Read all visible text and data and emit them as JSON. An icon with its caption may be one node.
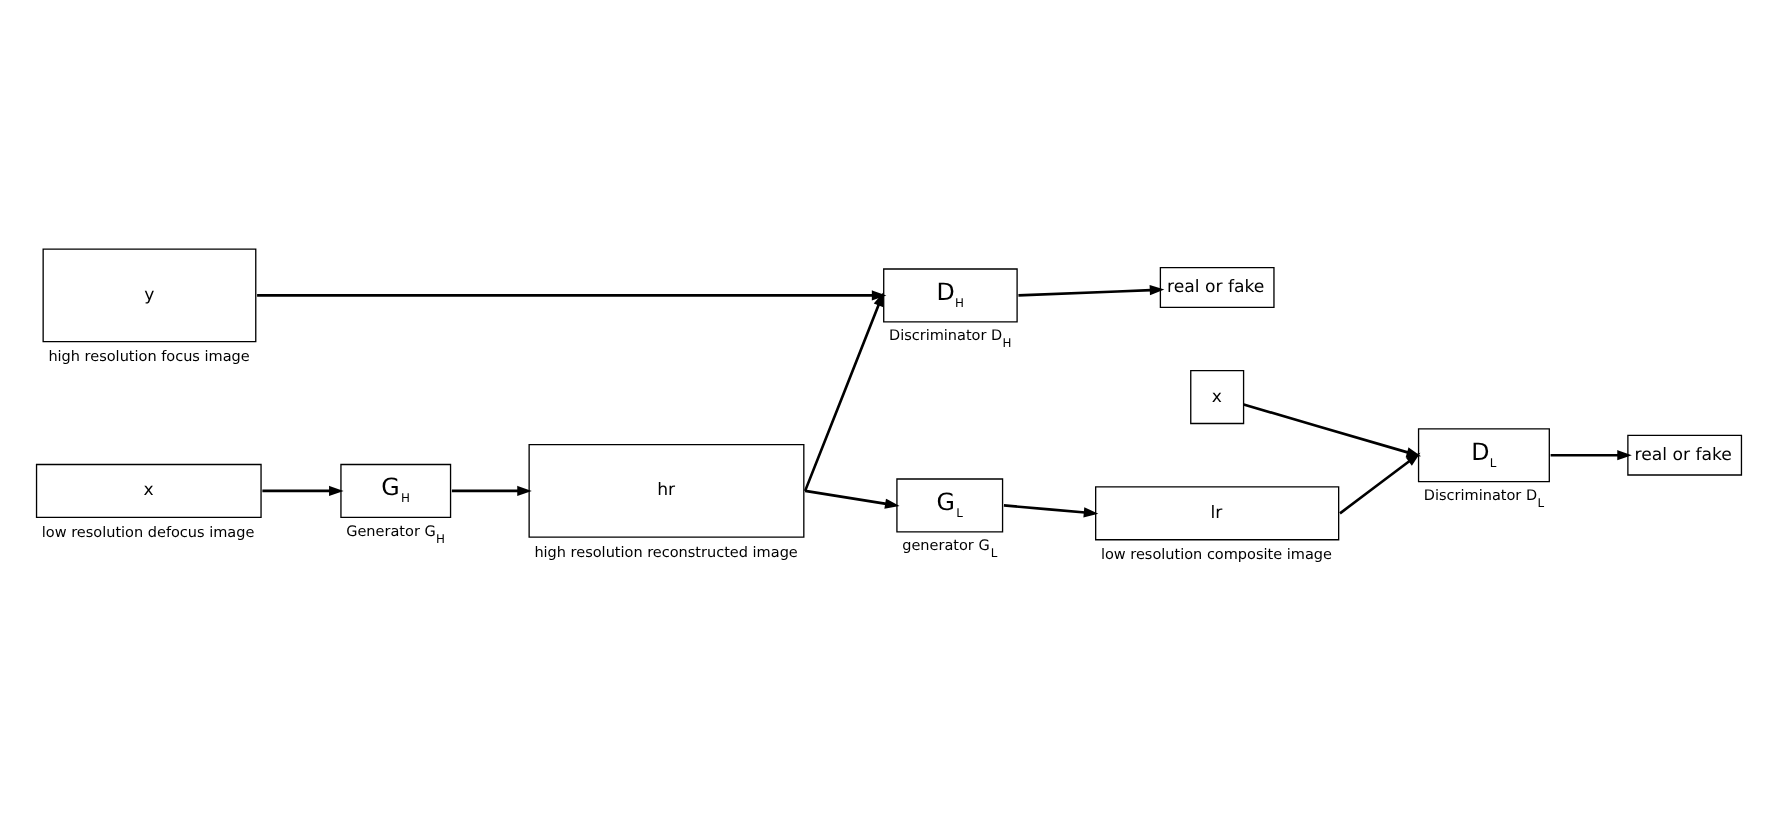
{
  "diagram": {
    "nodes": [
      {
        "text": [
          "y"
        ],
        "beside": [
          "high resolution focus image"
        ]
      },
      {
        "text": [
          "D$_{H}$"
        ],
        "beside": [
          "Discriminator D$_{H}$"
        ]
      },
      {
        "text": [
          "real or fake"
        ]
      },
      {
        "text": [
          "x"
        ],
        "beside": [
          "low resolution defocus image"
        ]
      },
      {
        "text": [
          "G$_{H}$"
        ],
        "beside": [
          "Generator G$_{H}$"
        ]
      },
      {
        "text": [
          "hr"
        ],
        "beside": [
          "high resolution reconstructed image"
        ]
      },
      {
        "text": [
          "G$_{L}$"
        ],
        "beside": [
          "generator G$_{L}$"
        ]
      },
      {
        "text": [
          "lr"
        ],
        "beside": [
          "low resolution composite image"
        ]
      },
      {
        "text": [
          "x"
        ]
      },
      {
        "text": [
          "D$_{L}$"
        ],
        "beside": [
          "Discriminator D$_{L}$"
        ]
      },
      {
        "text": [
          "real or fake"
        ]
      }
    ],
    "edges": [
      {
        "from": 0,
        "to": 1,
        "arrow": "to"
      },
      {
        "from": 5,
        "to": 1,
        "arrow": "to"
      },
      {
        "from": 1,
        "to": 2,
        "arrow": "to"
      },
      {
        "from": 3,
        "to": 4,
        "arrow": "to"
      },
      {
        "from": 4,
        "to": 5,
        "arrow": "to"
      },
      {
        "from": 5,
        "to": 6,
        "arrow": "to"
      },
      {
        "from": 6,
        "to": 7,
        "arrow": "to"
      },
      {
        "from": 7,
        "to": 9,
        "arrow": "to"
      },
      {
        "from": 8,
        "to": 9,
        "arrow": "to"
      },
      {
        "from": 9,
        "to": 10,
        "arrow": "to"
      }
    ]
  }
}
